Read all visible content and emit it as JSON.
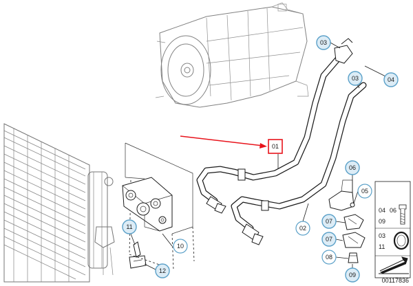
{
  "callouts": [
    {
      "id": "c-03-top",
      "label": "03"
    },
    {
      "id": "c-04-right",
      "label": "04"
    },
    {
      "id": "c-03-mid",
      "label": "03"
    },
    {
      "id": "c-01",
      "label": "01"
    },
    {
      "id": "c-06",
      "label": "06"
    },
    {
      "id": "c-05",
      "label": "05"
    },
    {
      "id": "c-02",
      "label": "02"
    },
    {
      "id": "c-07a",
      "label": "07"
    },
    {
      "id": "c-07b",
      "label": "07"
    },
    {
      "id": "c-08",
      "label": "08"
    },
    {
      "id": "c-09",
      "label": "09"
    },
    {
      "id": "c-10",
      "label": "10"
    },
    {
      "id": "c-11",
      "label": "11"
    },
    {
      "id": "c-12",
      "label": "12"
    }
  ],
  "legend": {
    "top_labels": [
      "04",
      "06"
    ],
    "mid_label": "09",
    "bottom_labels": [
      "03",
      "11"
    ]
  },
  "drawing_number": "00117836",
  "colors": {
    "highlight": "#e8131b",
    "callout_ring": "#5aa0c8",
    "callout_fill": "#dcecf6",
    "ink": "#1a1a1a"
  }
}
